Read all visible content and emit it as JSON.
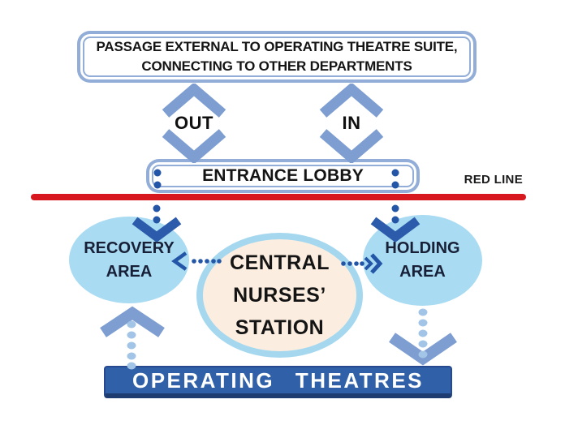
{
  "diagram": {
    "type": "flow-diagram",
    "subject": "Operating theatre suite patient flow zones",
    "nodes": {
      "passage": {
        "line1": "PASSAGE EXTERNAL TO OPERATING THEATRE SUITE,",
        "line2": "CONNECTING TO OTHER DEPARTMENTS"
      },
      "flow_out": {
        "label": "OUT"
      },
      "flow_in": {
        "label": "IN"
      },
      "entrance_lobby": {
        "label": "ENTRANCE LOBBY"
      },
      "red_line": {
        "label": "RED LINE"
      },
      "recovery_area": {
        "line1": "RECOVERY",
        "line2": "AREA"
      },
      "central_nurses_station": {
        "line1": "CENTRAL",
        "line2": "NURSES’",
        "line3": "STATION"
      },
      "holding_area": {
        "line1": "HOLDING",
        "line2": "AREA"
      },
      "operating_theatres": {
        "label": "OPERATING THEATRES"
      }
    },
    "connections": [
      {
        "from": "PASSAGE EXTERNAL",
        "to": "ENTRANCE LOBBY",
        "via": "OUT",
        "style": "chevron-badge",
        "direction": "outbound"
      },
      {
        "from": "PASSAGE EXTERNAL",
        "to": "ENTRANCE LOBBY",
        "via": "IN",
        "style": "chevron-badge",
        "direction": "inbound"
      },
      {
        "from": "ENTRANCE LOBBY",
        "to": "RECOVERY AREA",
        "style": "dotted",
        "arrow": "down",
        "crosses": "RED LINE"
      },
      {
        "from": "ENTRANCE LOBBY",
        "to": "HOLDING AREA",
        "style": "dotted",
        "arrow": "down",
        "crosses": "RED LINE"
      },
      {
        "from": "CENTRAL NURSES’ STATION",
        "to": "RECOVERY AREA",
        "style": "dotted",
        "arrow": "left"
      },
      {
        "from": "CENTRAL NURSES’ STATION",
        "to": "HOLDING AREA",
        "style": "dotted",
        "arrow": "right"
      },
      {
        "from": "OPERATING THEATRES",
        "to": "RECOVERY AREA",
        "style": "dotted",
        "arrow": "up"
      },
      {
        "from": "HOLDING AREA",
        "to": "OPERATING THEATRES",
        "style": "dotted",
        "arrow": "down"
      }
    ],
    "colors": {
      "steel_blue_arrow": "#7e9ed2",
      "frame_border_blue": "#92add8",
      "dark_blue_chevron": "#2b5baa",
      "dot_dark_blue": "#2456a8",
      "area_ellipse_fill": "#a9dbf2",
      "central_ellipse_fill": "#fbeee0",
      "central_ellipse_border": "#a5d8ef",
      "theatres_bar_fill": "#3060a8",
      "theatres_bar_edge": "#1e3c70",
      "red_line": "#d7191f",
      "light_dot_blue": "#a2c4e6",
      "area_label_text": "#182038",
      "text_black": "#141414",
      "theatres_text": "#ffffff"
    }
  }
}
